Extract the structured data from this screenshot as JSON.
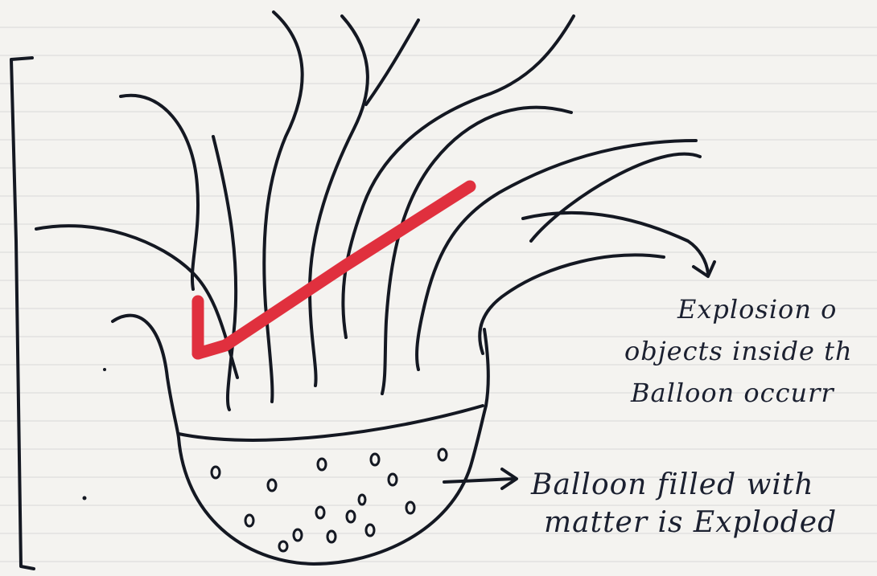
{
  "labels": {
    "explosion": [
      "Explosion o",
      "objects inside th",
      "Balloon occurr"
    ],
    "balloon": [
      "Balloon filled with",
      "matter is Exploded"
    ]
  },
  "colors": {
    "ink": "#141822",
    "highlight_arrow": "#e0303e",
    "paper": "#f4f3f0"
  }
}
